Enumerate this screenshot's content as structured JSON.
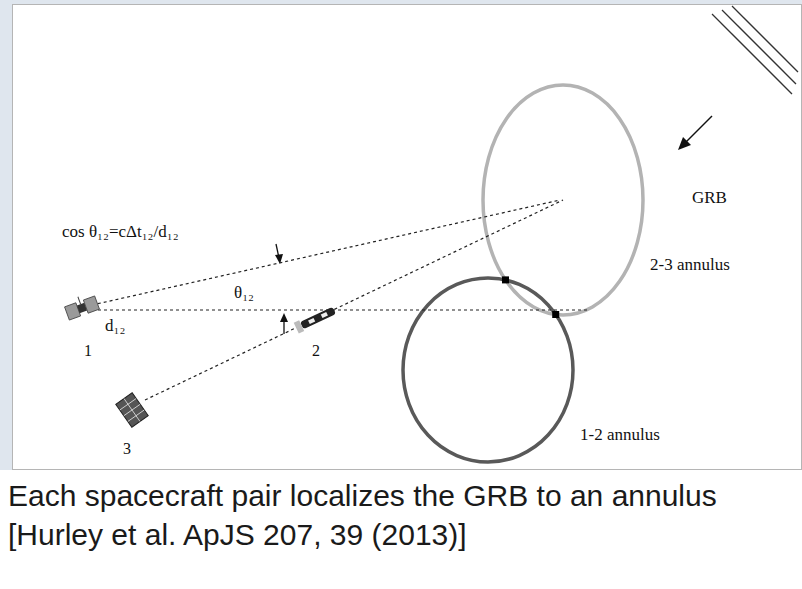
{
  "diagram": {
    "caption": "Each spacecraft pair localizes the GRB to an annulus [Hurley et al. ApJS 207, 39 (2013)]",
    "labels": [
      "GRB",
      "cos θ₁₂=cΔt₁₂/d₁₂",
      "θ₁₂",
      "d₁₂",
      "1",
      "2",
      "3",
      "2-3 annulus",
      "1-2 annulus"
    ]
  }
}
